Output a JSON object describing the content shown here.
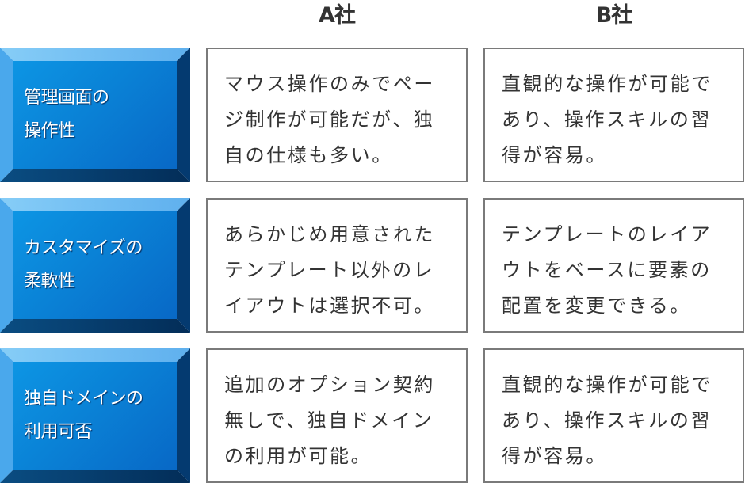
{
  "columns": {
    "a": "A社",
    "b": "B社"
  },
  "colors": {
    "label_face": "#0a82d6",
    "label_top_bevel": "#7cc8f5",
    "label_left_bevel": "#4aa8ec",
    "label_right_bevel": "#043a70",
    "label_bottom_bevel": "#06335f",
    "cell_border": "#7a7a7a",
    "text": "#333333",
    "label_text": "#ffffff"
  },
  "rows": [
    {
      "label": [
        "管理画面の",
        "操作性"
      ],
      "a": [
        "マウス操作のみでペー",
        "ジ制作が可能だが、独",
        "自の仕様も多い。"
      ],
      "b": [
        "直観的な操作が可能で",
        "あり、操作スキルの習",
        "得が容易。"
      ]
    },
    {
      "label": [
        "カスタマイズの",
        "柔軟性"
      ],
      "a": [
        "あらかじめ用意された",
        "テンプレート以外のレ",
        "イアウトは選択不可。"
      ],
      "b": [
        "テンプレートのレイア",
        "ウトをベースに要素の",
        "配置を変更できる。"
      ]
    },
    {
      "label": [
        "独自ドメインの",
        "利用可否"
      ],
      "a": [
        "追加のオプション契約",
        "無しで、独自ドメイン",
        "の利用が可能。"
      ],
      "b": [
        "直観的な操作が可能で",
        "あり、操作スキルの習",
        "得が容易。"
      ]
    }
  ]
}
